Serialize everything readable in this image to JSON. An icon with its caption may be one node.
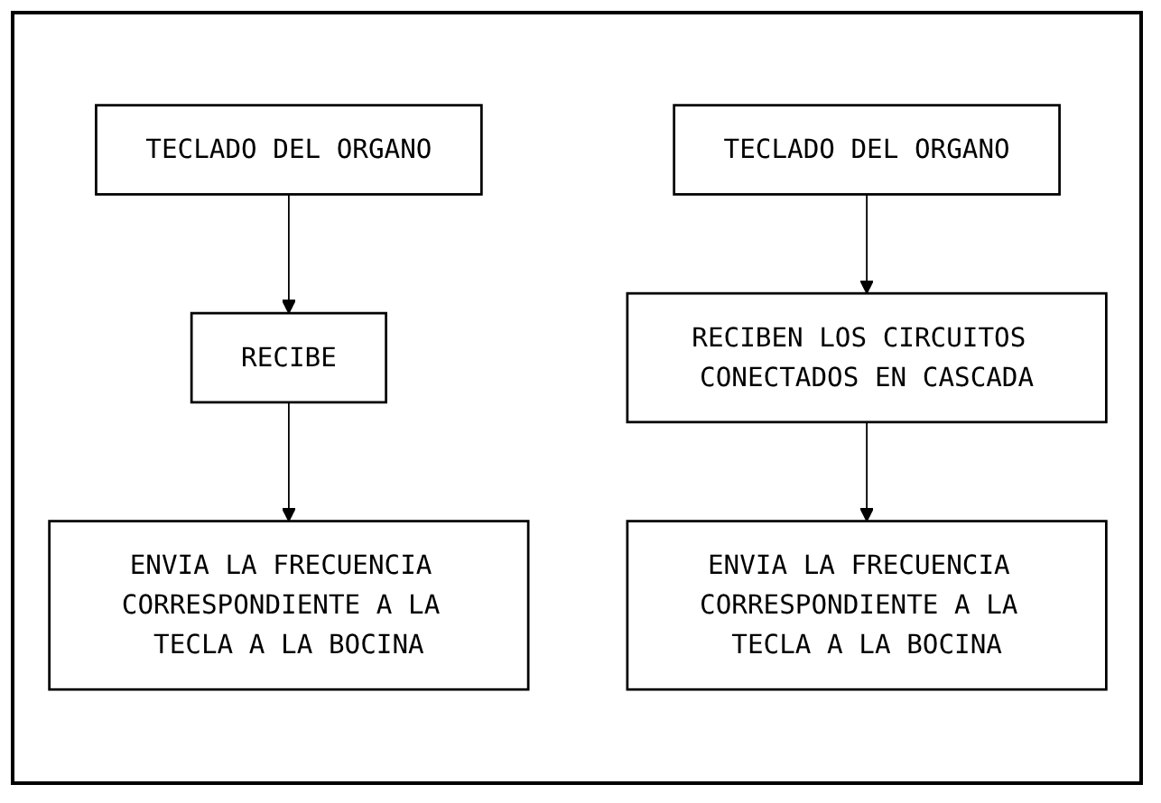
{
  "diagram": {
    "nodes": [
      {
        "text": [
          "TECLADO DEL ORGANO"
        ]
      },
      {
        "text": [
          "TECLADO DEL ORGANO"
        ]
      },
      {
        "text": [
          "RECIBE"
        ]
      },
      {
        "text": [
          "RECIBEN LOS CIRCUITOS CONECTADOS EN CASCADA"
        ]
      },
      {
        "text": [
          "ENVIA LA FRECUENCIA CORRESPONDIENTE A LA TECLA A LA BOCINA"
        ]
      },
      {
        "text": [
          "ENVIA LA FRECUENCIA CORRESPONDIENTE A LA TECLA A LA BOCINA"
        ]
      }
    ],
    "edges": [
      {
        "from": 0,
        "to": 2,
        "arrow": "to"
      },
      {
        "from": 2,
        "to": 4,
        "arrow": "to"
      },
      {
        "from": 1,
        "to": 3,
        "arrow": "to"
      },
      {
        "from": 3,
        "to": 5,
        "arrow": "to"
      }
    ]
  }
}
